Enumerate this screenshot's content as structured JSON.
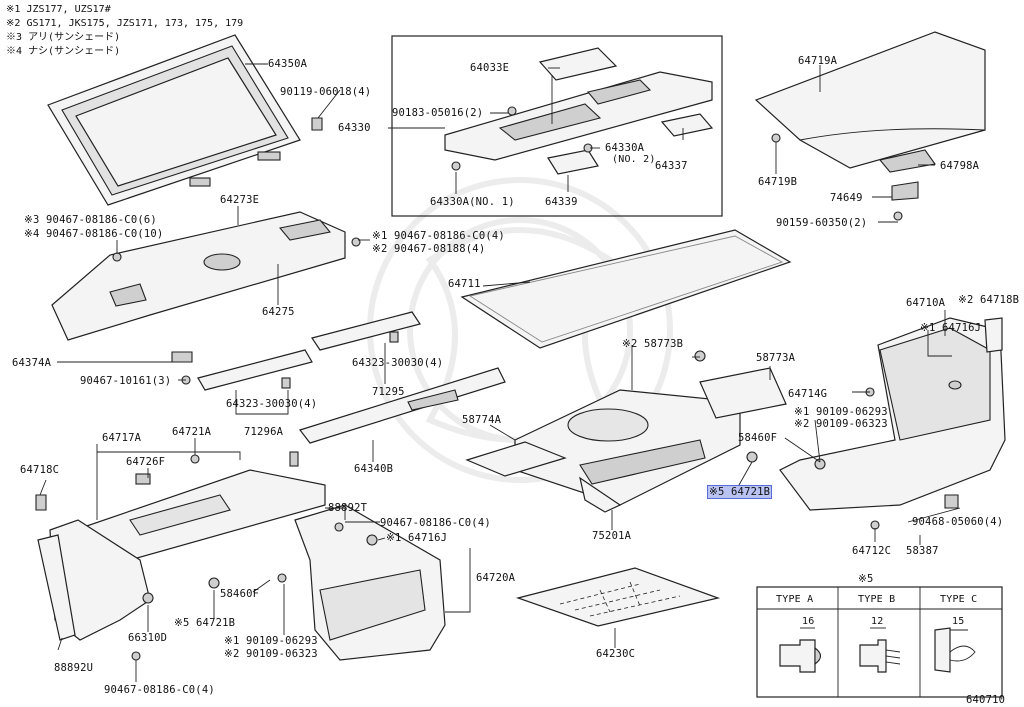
{
  "notes": [
    {
      "mark": "※1",
      "text": "JZS177, UZS17#"
    },
    {
      "mark": "※2",
      "text": "GS171, JKS175, JZS171, 173, 175, 179"
    },
    {
      "mark": "※3",
      "text": "アリ(サンシェード)"
    },
    {
      "mark": "※4",
      "text": "ナシ(サンシェード)"
    }
  ],
  "labels": {
    "p64350A": "64350A",
    "p90119_06018": "90119-06018(4)",
    "p64330": "64330",
    "p64033E": "64033E",
    "p90183_05016": "90183-05016(2)",
    "p64330A_no2": "64330A",
    "no2": "(NO. 2)",
    "p64337": "64337",
    "p64330A_no1": "64330A(NO. 1)",
    "p64339": "64339",
    "p64719A": "64719A",
    "p64719B": "64719B",
    "p64798A": "64798A",
    "p74649": "74649",
    "p90159_60350": "90159-60350(2)",
    "p64273E": "64273E",
    "p90467_c06": "※3 90467-08186-C0(6)",
    "p90467_c010": "※4 90467-08186-C0(10)",
    "p90467_c04a": "※1 90467-08186-C0(4)",
    "p90467_08188": "※2 90467-08188(4)",
    "p64275": "64275",
    "p64711": "64711",
    "p64374A": "64374A",
    "p90467_10161": "90467-10161(3)",
    "p64323_a": "64323-30030(4)",
    "p71295": "71295",
    "p64323_b": "64323-30030(4)",
    "p71296A": "71296A",
    "p64340B": "64340B",
    "p58773B": "※2 58773B",
    "p58773A": "58773A",
    "p58774A": "58774A",
    "p64710A": "64710A",
    "p64718B": "※2 64718B",
    "p64716J_r": "※1 64716J",
    "p64714G": "64714G",
    "p90109_06293_r": "※1 90109-06293",
    "p90109_06323_r": "※2 90109-06323",
    "p58460F_r": "58460F",
    "p64721B_r": "※5 64721B",
    "p75201A": "75201A",
    "p90468_05060": "90468-05060(4)",
    "p64712C": "64712C",
    "p58387": "58387",
    "p64717A": "64717A",
    "p64721A": "64721A",
    "p64726F": "64726F",
    "p64718C": "64718C",
    "p88892T": "88892T",
    "p90467_c04b": "90467-08186-C0(4)",
    "p64716J_l": "※1 64716J",
    "p64720A": "64720A",
    "p58460F_l": "58460F",
    "p64721B_l": "※5 64721B",
    "p66310D": "66310D",
    "p90109_06293_l": "※1 90109-06293",
    "p90109_06323_l": "※2 90109-06323",
    "p88892U": "88892U",
    "p90467_c04c": "90467-08186-C0(4)",
    "p64230C": "64230C",
    "fig_no": "640710"
  },
  "type_table": {
    "title": "※5",
    "columns": [
      {
        "name": "TYPE A",
        "dim": "16"
      },
      {
        "name": "TYPE B",
        "dim": "12"
      },
      {
        "name": "TYPE C",
        "dim": "15"
      }
    ]
  }
}
